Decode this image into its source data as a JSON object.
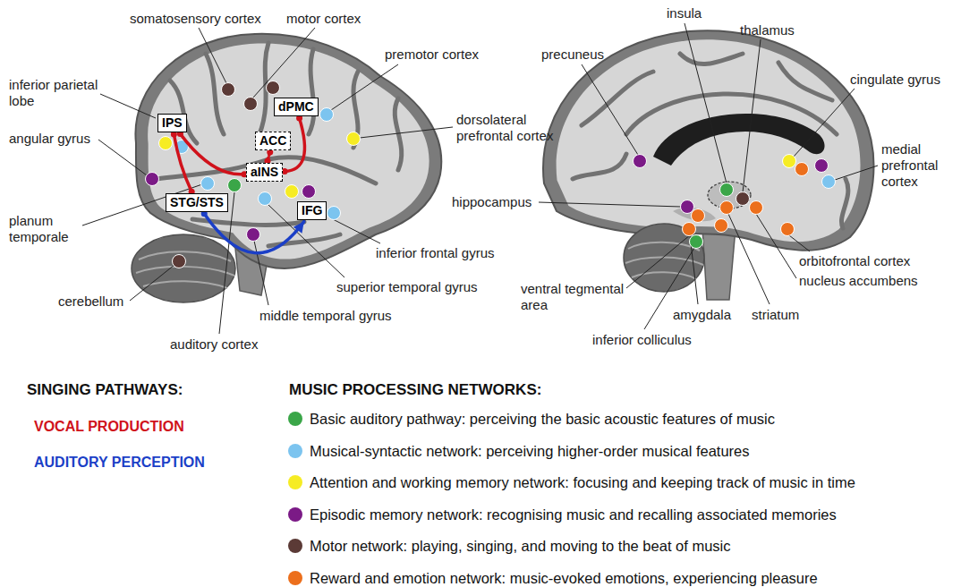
{
  "diagram": {
    "nodes": [
      {
        "text": [
          "IPS"
        ]
      },
      {
        "text": [
          "dPMC"
        ]
      },
      {
        "text": [
          "ACC"
        ]
      },
      {
        "text": [
          "aINS"
        ]
      },
      {
        "text": [
          "STG/STS"
        ]
      },
      {
        "text": [
          "IFG"
        ]
      }
    ],
    "edges": [
      {
        "from": 4,
        "to": 0,
        "arrow": "none"
      },
      {
        "from": 0,
        "to": 3,
        "arrow": "none"
      },
      {
        "from": 3,
        "to": 1,
        "arrow": "none"
      },
      {
        "from": 3,
        "to": 2,
        "arrow": "none"
      },
      {
        "from": 4,
        "to": 5,
        "arrow": "to"
      }
    ],
    "labels": [
      "somatosensory cortex",
      "motor cortex",
      "insula",
      "thalamus",
      "premotor cortex",
      "precuneus",
      "inferior parietal lobe",
      "cingulate gyrus",
      "dorsolateral prefrontal cortex",
      "angular gyrus",
      "medial prefrontal cortex",
      "hippocampus",
      "planum temporale",
      "inferior frontal gyrus",
      "orbitofrontal cortex",
      "nucleus accumbens",
      "superior temporal gyrus",
      "ventral tegmental area",
      "cerebellum",
      "amygdala",
      "striatum",
      "middle temporal gyrus",
      "auditory cortex",
      "inferior colliculus",
      "SINGING PATHWAYS:",
      "MUSIC PROCESSING NETWORKS:",
      "VOCAL PRODUCTION",
      "AUDITORY PERCEPTION"
    ],
    "legend": [
      {
        "text": "Basic auditory pathway: perceiving the basic acoustic features of music",
        "color": "#3aa648"
      },
      {
        "text": "Musical-syntactic network: perceiving higher-order musical features",
        "color": "#7cc4ef"
      },
      {
        "text": "Attention and working memory network: focusing and keeping track of music in time",
        "color": "#f6ec24"
      },
      {
        "text": "Episodic memory network: recognising music and recalling associated memories",
        "color": "#7b1a86"
      },
      {
        "text": "Motor network: playing, singing, and moving to the beat of music",
        "color": "#5b3a36"
      },
      {
        "text": "Reward and emotion network: music-evoked emotions, experiencing pleasure",
        "color": "#ec6f1c"
      }
    ]
  }
}
